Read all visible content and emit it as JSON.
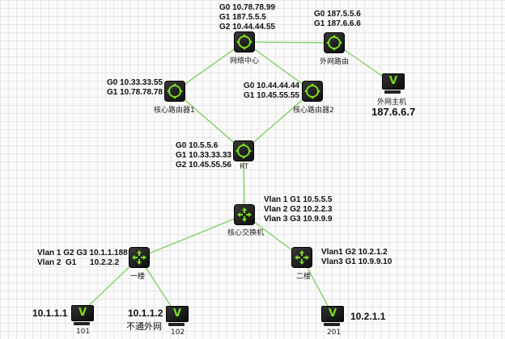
{
  "nodes": {
    "network_center": {
      "label": "网络中心",
      "cfg": [
        "G0 10.78.78.99",
        "G1 187.5.5.5",
        "G2 10.44.44.55"
      ]
    },
    "external_router": {
      "label": "外网路由",
      "cfg": [
        "G0 187.5.5.6",
        "G1 187.6.6.6"
      ]
    },
    "external_host": {
      "label": "外网主机",
      "ip": "187.6.6.7"
    },
    "core_router1": {
      "label": "核心路由器1",
      "cfg": [
        "G0 10.33.33.55",
        "G1 10.78.78.78"
      ]
    },
    "core_router2": {
      "label": "核心路由器2",
      "cfg": [
        "G0 10.44.44.44",
        "G1 10.45.55.55"
      ]
    },
    "rt": {
      "label": "RT",
      "cfg": [
        "G0 10.5.5.6",
        "G1 10.33.33.33",
        "G2 10.45.55.56"
      ]
    },
    "core_switch": {
      "label": "核心交换机",
      "cfg": [
        "Vlan 1  G1 10.5.5.5",
        "Vlan 2  G2 10.2.2.3",
        "Vlan 3  G3 10.9.9.9"
      ]
    },
    "floor1": {
      "label": "一楼",
      "cfg": [
        "Vlan 1 G2 G3 10.1.1.188",
        "Vlan 2  G1      10.2.2.2"
      ]
    },
    "floor2": {
      "label": "二楼",
      "cfg": [
        "Vlan1 G2 10.2.1.2",
        "Vlan3 G1 10.9.9.10"
      ]
    },
    "pc101": {
      "label": "101",
      "ip": "10.1.1.1"
    },
    "pc102": {
      "label": "102",
      "ip": "10.1.1.2",
      "note": "不通外网"
    },
    "pc201": {
      "label": "201",
      "ip": "10.2.1.1"
    }
  },
  "colors": {
    "link": "#7ccf5a",
    "device_icon": "#7bdc1d"
  },
  "icons": {
    "router": "router-icon",
    "switch": "switch-icon",
    "host": "monitor-icon"
  }
}
